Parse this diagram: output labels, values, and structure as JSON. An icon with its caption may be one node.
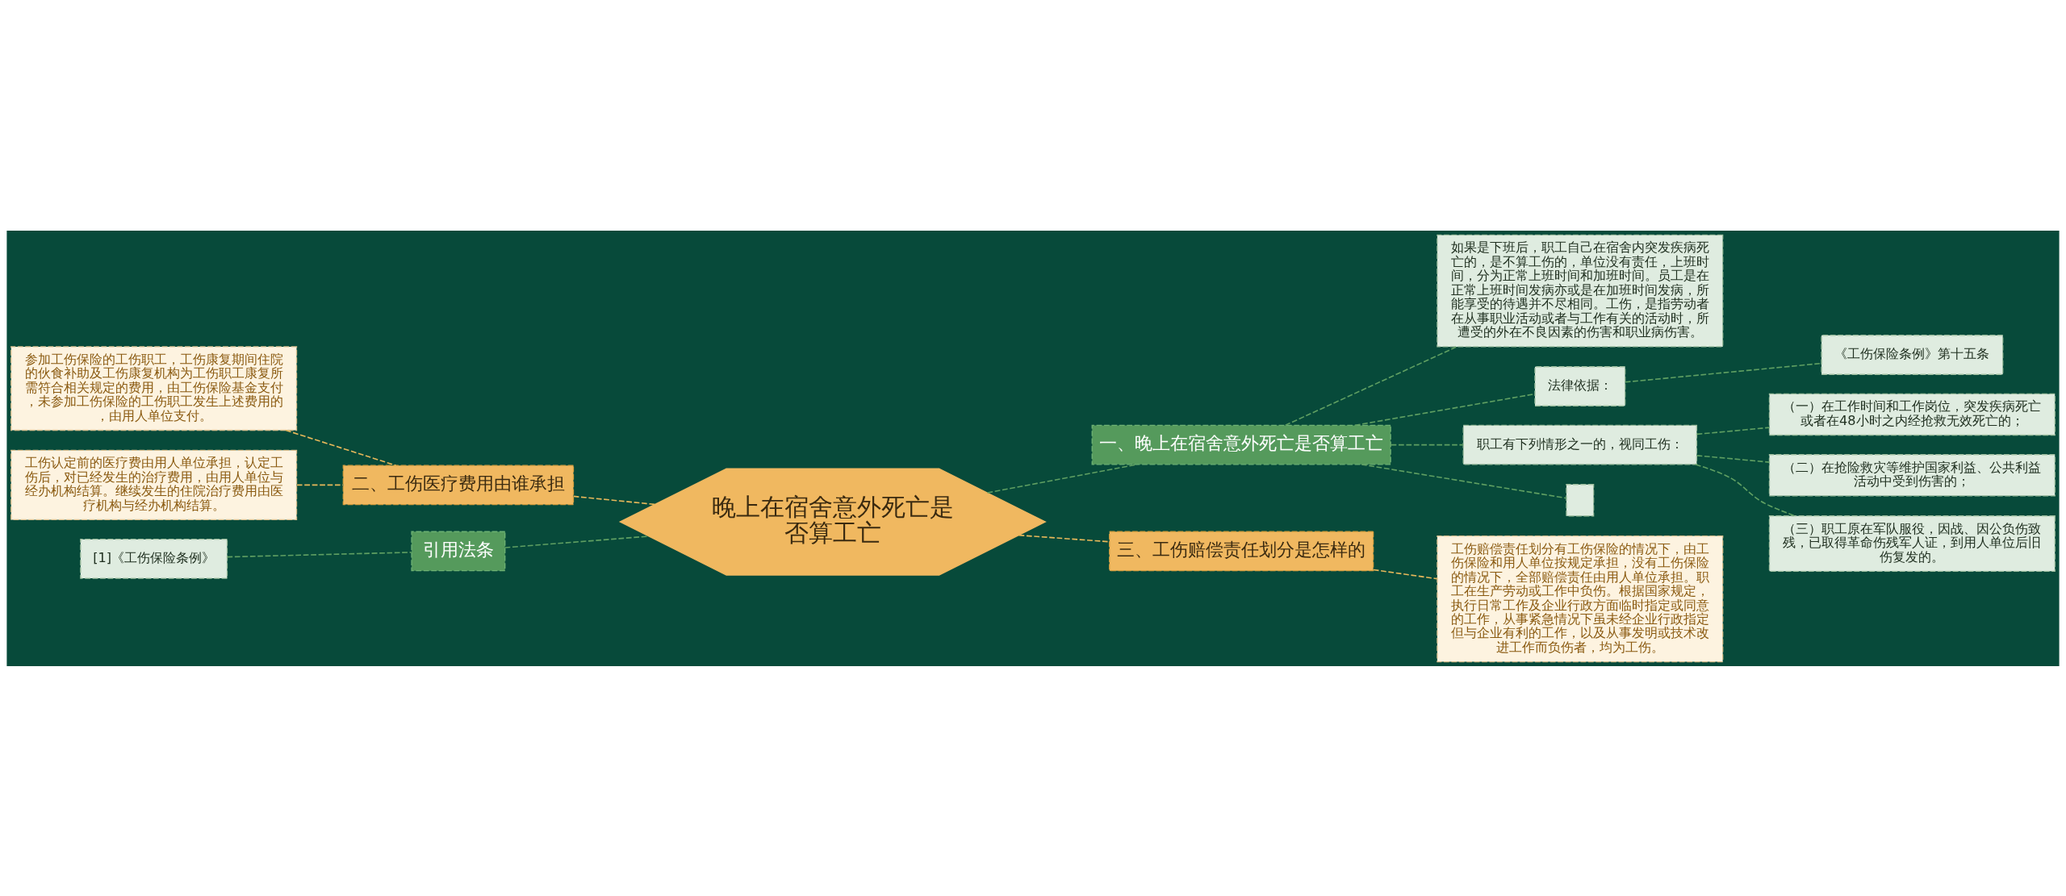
{
  "diagram": {
    "nodes": [
      {
        "text": [
          "晚上在宿舍意外死亡是否算工亡"
        ]
      },
      {
        "text": [
          "一、晚上在宿舍意外死亡是否算工亡"
        ]
      },
      {
        "text": [
          "如果是下班后，职工自己在宿舍内突发疾病死亡的，是不算工伤的，单位没有责任，上班时间，分为正常上班时间和加班时间。员工是在正常上班时间发病亦或是在加班时间发病，所能享受的待遇并不尽相同。工伤，是指劳动者在从事职业活动或者与工作有关的活动时，所遭受的外在不良因素的伤害和职业病伤害。"
        ]
      },
      {
        "text": [
          "法律依据："
        ]
      },
      {
        "text": [
          "《工伤保险条例》第十五条"
        ]
      },
      {
        "text": [
          "职工有下列情形之一的，视同工伤："
        ]
      },
      {
        "text": [
          "（一）在工作时间和工作岗位，突发疾病死亡或者在48小时之内经抢救无效死亡的；"
        ]
      },
      {
        "text": [
          "（二）在抢险救灾等维护国家利益、公共利益活动中受到伤害的；"
        ]
      },
      {
        "text": [
          "（三）职工原在军队服役，因战、因公负伤致残，已取得革命伤残军人证，到用人单位后旧伤复发的。"
        ]
      },
      {
        "text": [],
        "shape": "box"
      },
      {
        "text": [
          "三、工伤赔偿责任划分是怎样的"
        ]
      },
      {
        "text": [
          "工伤赔偿责任划分有工伤保险的情况下，由工伤保险和用人单位按规定承担，没有工伤保险的情况下，全部赔偿责任由用人单位承担。职工在生产劳动或工作中负伤。根据国家规定，执行日常工作及企业行政方面临时指定或同意的工作，从事紧急情况下虽未经企业行政指定但与企业有利的工作，以及从事发明或技术改进工作而负伤者，均为工伤。"
        ]
      },
      {
        "text": [
          "二、工伤医疗费用由谁承担"
        ]
      },
      {
        "text": [
          "参加工伤保险的工伤职工，工伤康复期间住院的伙食补助及工伤康复机构为工伤职工康复所需符合相关规定的费用，由工伤保险基金支付，未参加工伤保险的工伤职工发生上述费用的，由用人单位支付。"
        ]
      },
      {
        "text": [
          "工伤认定前的医疗费由用人单位承担，认定工伤后，对已经发生的治疗费用，由用人单位与经办机构结算。继续发生的住院治疗费用由医疗机构与经办机构结算。"
        ]
      },
      {
        "text": [
          "引用法条"
        ]
      },
      {
        "text": [
          "[1]《工伤保险条例》"
        ]
      }
    ],
    "edges": [
      {
        "from": 0,
        "to": 1,
        "arrow": "none",
        "style": "dashed"
      },
      {
        "from": 1,
        "to": 2,
        "arrow": "none",
        "style": "dashed"
      },
      {
        "from": 1,
        "to": 3,
        "arrow": "none",
        "style": "dashed"
      },
      {
        "from": 3,
        "to": 4,
        "arrow": "none",
        "style": "dashed"
      },
      {
        "from": 1,
        "to": 5,
        "arrow": "none",
        "style": "dashed"
      },
      {
        "from": 5,
        "to": 6,
        "arrow": "none",
        "style": "dashed"
      },
      {
        "from": 5,
        "to": 7,
        "arrow": "none",
        "style": "dashed"
      },
      {
        "from": 5,
        "to": 8,
        "arrow": "none",
        "style": "dashed"
      },
      {
        "from": 1,
        "to": 9,
        "arrow": "none",
        "style": "dashed"
      },
      {
        "from": 0,
        "to": 10,
        "arrow": "none",
        "style": "dashed",
        "color": "#e8b85a"
      },
      {
        "from": 10,
        "to": 11,
        "arrow": "none",
        "style": "dashed",
        "color": "#e8b85a"
      },
      {
        "from": 12,
        "to": 0,
        "arrow": "none",
        "style": "dashed",
        "color": "#e8b85a"
      },
      {
        "from": 13,
        "to": 12,
        "arrow": "none",
        "style": "dashed",
        "color": "#e8b85a"
      },
      {
        "from": 14,
        "to": 12,
        "arrow": "none",
        "style": "dashed",
        "color": "#e8b85a"
      },
      {
        "from": 15,
        "to": 0,
        "arrow": "none",
        "style": "dashed"
      },
      {
        "from": 16,
        "to": 15,
        "arrow": "none",
        "style": "dashed"
      }
    ]
  }
}
